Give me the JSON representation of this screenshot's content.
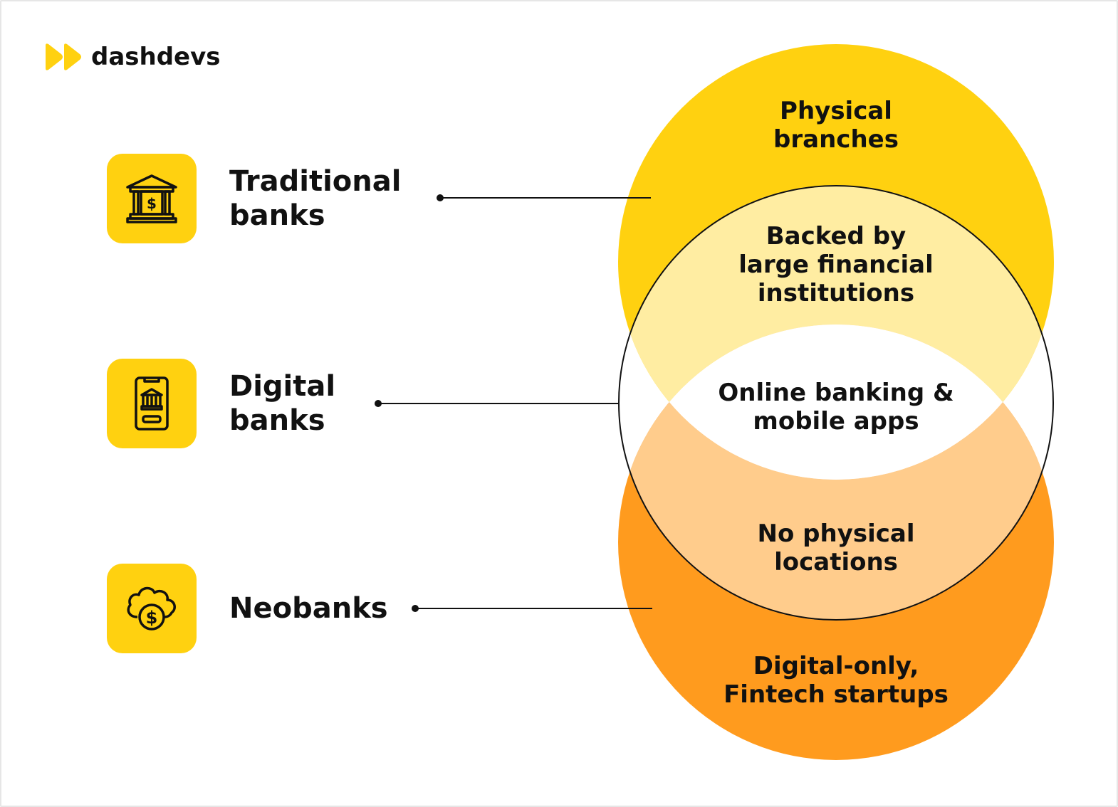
{
  "brand": {
    "name": "dashdevs",
    "accent_color": "#ffd110"
  },
  "categories": [
    {
      "label": "Traditional\nbanks",
      "icon": "bank-building-icon"
    },
    {
      "label": "Digital\nbanks",
      "icon": "mobile-bank-icon"
    },
    {
      "label": "Neobanks",
      "icon": "cloud-money-icon"
    }
  ],
  "venn": {
    "colors": {
      "traditional": "#ffd110",
      "neobank": "#ff9b1e",
      "overlap_top": "#ffeda2",
      "overlap_bottom": "#ffcc8c",
      "digital": "#ffffff"
    },
    "regions": {
      "top": "Physical\nbranches",
      "overlap_top": "Backed by\nlarge financial\ninstitutions",
      "center": "Online banking &\nmobile apps",
      "overlap_bottom": "No physical\nlocations",
      "bottom": "Digital-only,\nFintech startups"
    }
  }
}
